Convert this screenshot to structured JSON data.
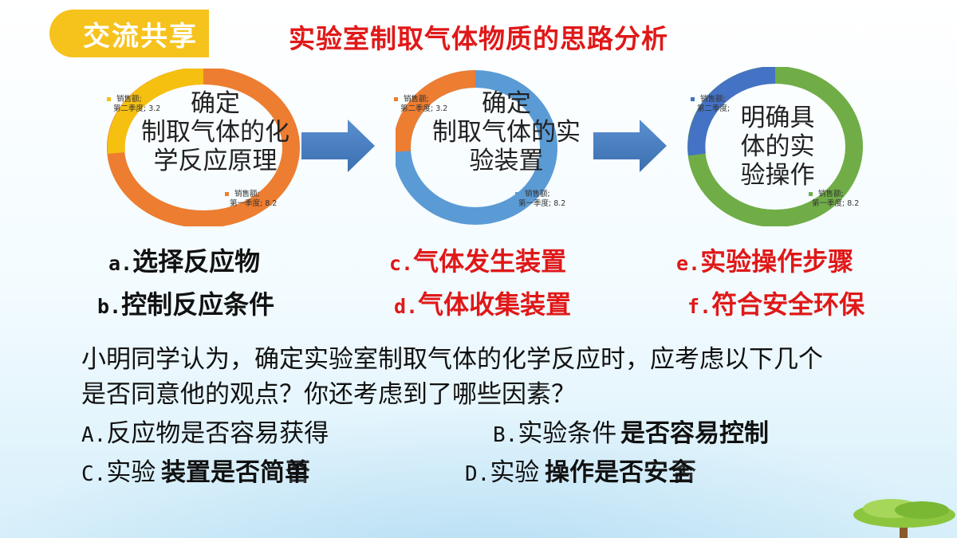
{
  "header": {
    "badge": "交流共享",
    "title": "实验室制取气体物质的思路分析",
    "badge_color": "#f6c21c",
    "title_color": "#e01818"
  },
  "donuts": [
    {
      "center_lines": [
        "确定",
        "制取气体的化",
        "学反应原理"
      ],
      "legend_top": [
        "销售额;",
        "第二季度; 3.2"
      ],
      "legend_bottom": [
        "销售额;",
        "第一季度; 8.2"
      ],
      "segments": [
        8.2,
        3.2
      ],
      "colors": [
        "#ed7d31",
        "#f5c010"
      ]
    },
    {
      "center_lines": [
        "确定",
        "制取气体的实",
        "验装置"
      ],
      "legend_top": [
        "销售额;",
        "第二季度; 3.2"
      ],
      "legend_bottom": [
        "销售额;",
        "第一季度; 8.2"
      ],
      "segments": [
        8.2,
        3.2
      ],
      "colors": [
        "#5b9bd5",
        "#ed7d31"
      ]
    },
    {
      "center_lines": [
        "明确具",
        "体的实",
        "验操作"
      ],
      "legend_top": [
        "销售额;",
        "第二季度;"
      ],
      "legend_bottom": [
        "销售额;",
        "第一季度; 8.2"
      ],
      "segments": [
        8.2,
        3.2
      ],
      "colors": [
        "#70ad47",
        "#4472c4"
      ]
    }
  ],
  "steps": {
    "a": {
      "letter": "a.",
      "text": "选择反应物"
    },
    "b": {
      "letter": "b.",
      "text": "控制反应条件"
    },
    "c": {
      "letter": "c.",
      "text": "气体发生装置"
    },
    "d": {
      "letter": "d.",
      "text": "气体收集装置"
    },
    "e": {
      "letter": "e.",
      "text": "实验操作步骤"
    },
    "f": {
      "letter": "f.",
      "text": "符合安全环保"
    }
  },
  "question": {
    "line1": "小明同学认为，确定实验室制取气体的化学反应时，应考虑以下几个",
    "line2": "是否同意他的观点？你还考虑到了哪些因素？"
  },
  "options": {
    "A": {
      "letter": "A.",
      "text": "反应物是否容易获得"
    },
    "B": {
      "letter": "B.",
      "text": "实验条件",
      "overlay": "是否容易控制"
    },
    "C": {
      "letter": "C.",
      "text": "实验",
      "overlay": "装置是否简单",
      "overlay2": "否"
    },
    "D": {
      "letter": "D.",
      "text": "实验",
      "overlay": "操作是否安全",
      "overlay2": "否"
    }
  }
}
